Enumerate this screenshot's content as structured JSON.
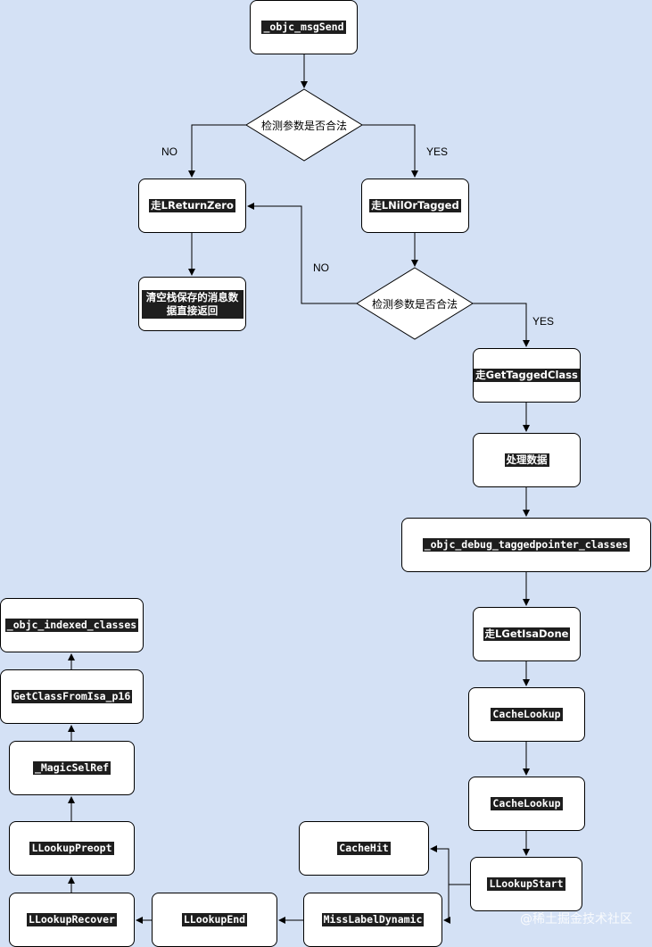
{
  "nodes": {
    "objc_msgSend": "_objc_msgSend",
    "decision1": "检测参数是否合法",
    "LReturnZero": "走LReturnZero",
    "clear_stack": "清空栈保存的消息数据直接返回",
    "LNilOrTagged": "走LNilOrTagged",
    "decision2": "检测参数是否合法",
    "GetTaggedClass": "走GetTaggedClass",
    "process_data": "处理数据",
    "debug_taggedpointer": "_objc_debug_taggedpointer_classes",
    "LGetIsaDone": "走LGetIsaDone",
    "CacheLookup1": "CacheLookup",
    "CacheLookup2": "CacheLookup",
    "LLookupStart": "LLookupStart",
    "CacheHit": "CacheHit",
    "MissLabelDynamic": "MissLabelDynamic",
    "LLookupEnd": "LLookupEnd",
    "LLookupRecover": "LLookupRecover",
    "LLookupPreopt": "LLookupPreopt",
    "MagicSelRef": "_MagicSelRef",
    "GetClassFromIsa": "GetClassFromIsa_p16",
    "indexed_classes": "_objc_indexed_classes"
  },
  "edge_labels": {
    "d1_no": "NO",
    "d1_yes": "YES",
    "d2_no": "NO",
    "d2_yes": "YES"
  },
  "watermark": "@稀土掘金技术社区",
  "colors": {
    "background": "#d4e1f5",
    "node_fill": "#ffffff",
    "label_fill": "#1e1e1e",
    "stroke": "#000000"
  }
}
